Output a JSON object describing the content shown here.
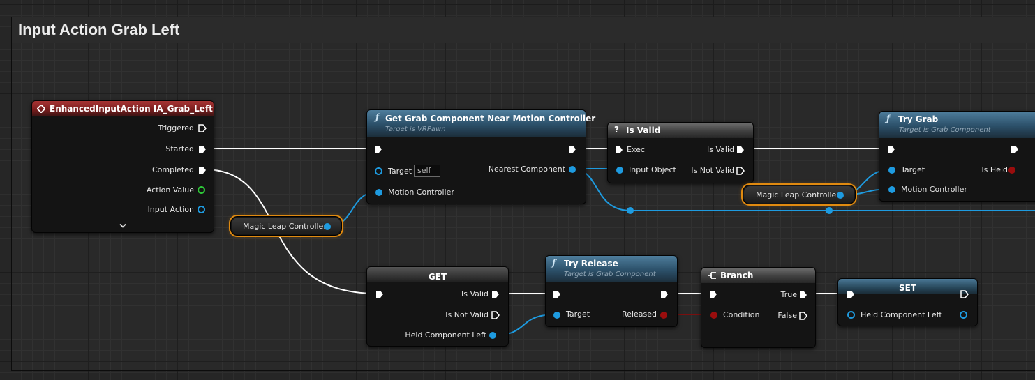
{
  "comment": {
    "title": "Input Action Grab Left"
  },
  "nodes": {
    "event": {
      "title": "EnhancedInputAction IA_Grab_Left",
      "pins": {
        "triggered": "Triggered",
        "started": "Started",
        "completed": "Completed",
        "action_value": "Action Value",
        "input_action": "Input Action"
      }
    },
    "get_grab": {
      "title": "Get Grab Component Near Motion Controller",
      "subtitle": "Target is VRPawn",
      "pins": {
        "target": "Target",
        "target_default": "self",
        "motion_controller": "Motion Controller",
        "nearest_component": "Nearest Component"
      }
    },
    "is_valid": {
      "title": "Is Valid",
      "pins": {
        "exec": "Exec",
        "input_object": "Input Object",
        "is_valid": "Is Valid",
        "is_not_valid": "Is Not Valid"
      }
    },
    "try_grab": {
      "title": "Try Grab",
      "subtitle": "Target is Grab Component",
      "pins": {
        "target": "Target",
        "motion_controller": "Motion Controller",
        "is_held": "Is Held"
      }
    },
    "get_held": {
      "title": "GET",
      "pins": {
        "is_valid": "Is Valid",
        "is_not_valid": "Is Not Valid",
        "held_component": "Held Component Left"
      }
    },
    "try_release": {
      "title": "Try Release",
      "subtitle": "Target is Grab Component",
      "pins": {
        "target": "Target",
        "released": "Released"
      }
    },
    "branch": {
      "title": "Branch",
      "pins": {
        "condition": "Condition",
        "true": "True",
        "false": "False"
      }
    },
    "set_held": {
      "title": "SET",
      "pins": {
        "held_component": "Held Component Left"
      }
    },
    "ml_ref_1": {
      "label": "Magic Leap Controller"
    },
    "ml_ref_2": {
      "label": "Magic Leap Controller"
    }
  },
  "colors": {
    "exec": "#ffffff",
    "object": "#1e9be0",
    "bool": "#9a0d0d",
    "struct": "#2ec838",
    "event_header": "#8c2222",
    "function_header": "#2b4f68",
    "reference_outline": "#e08a10"
  },
  "icons": {
    "event": "event-diamond-icon",
    "function": "function-f-icon",
    "macro": "question-mark-icon",
    "branch": "branch-icon",
    "expand": "chevron-down-icon"
  }
}
